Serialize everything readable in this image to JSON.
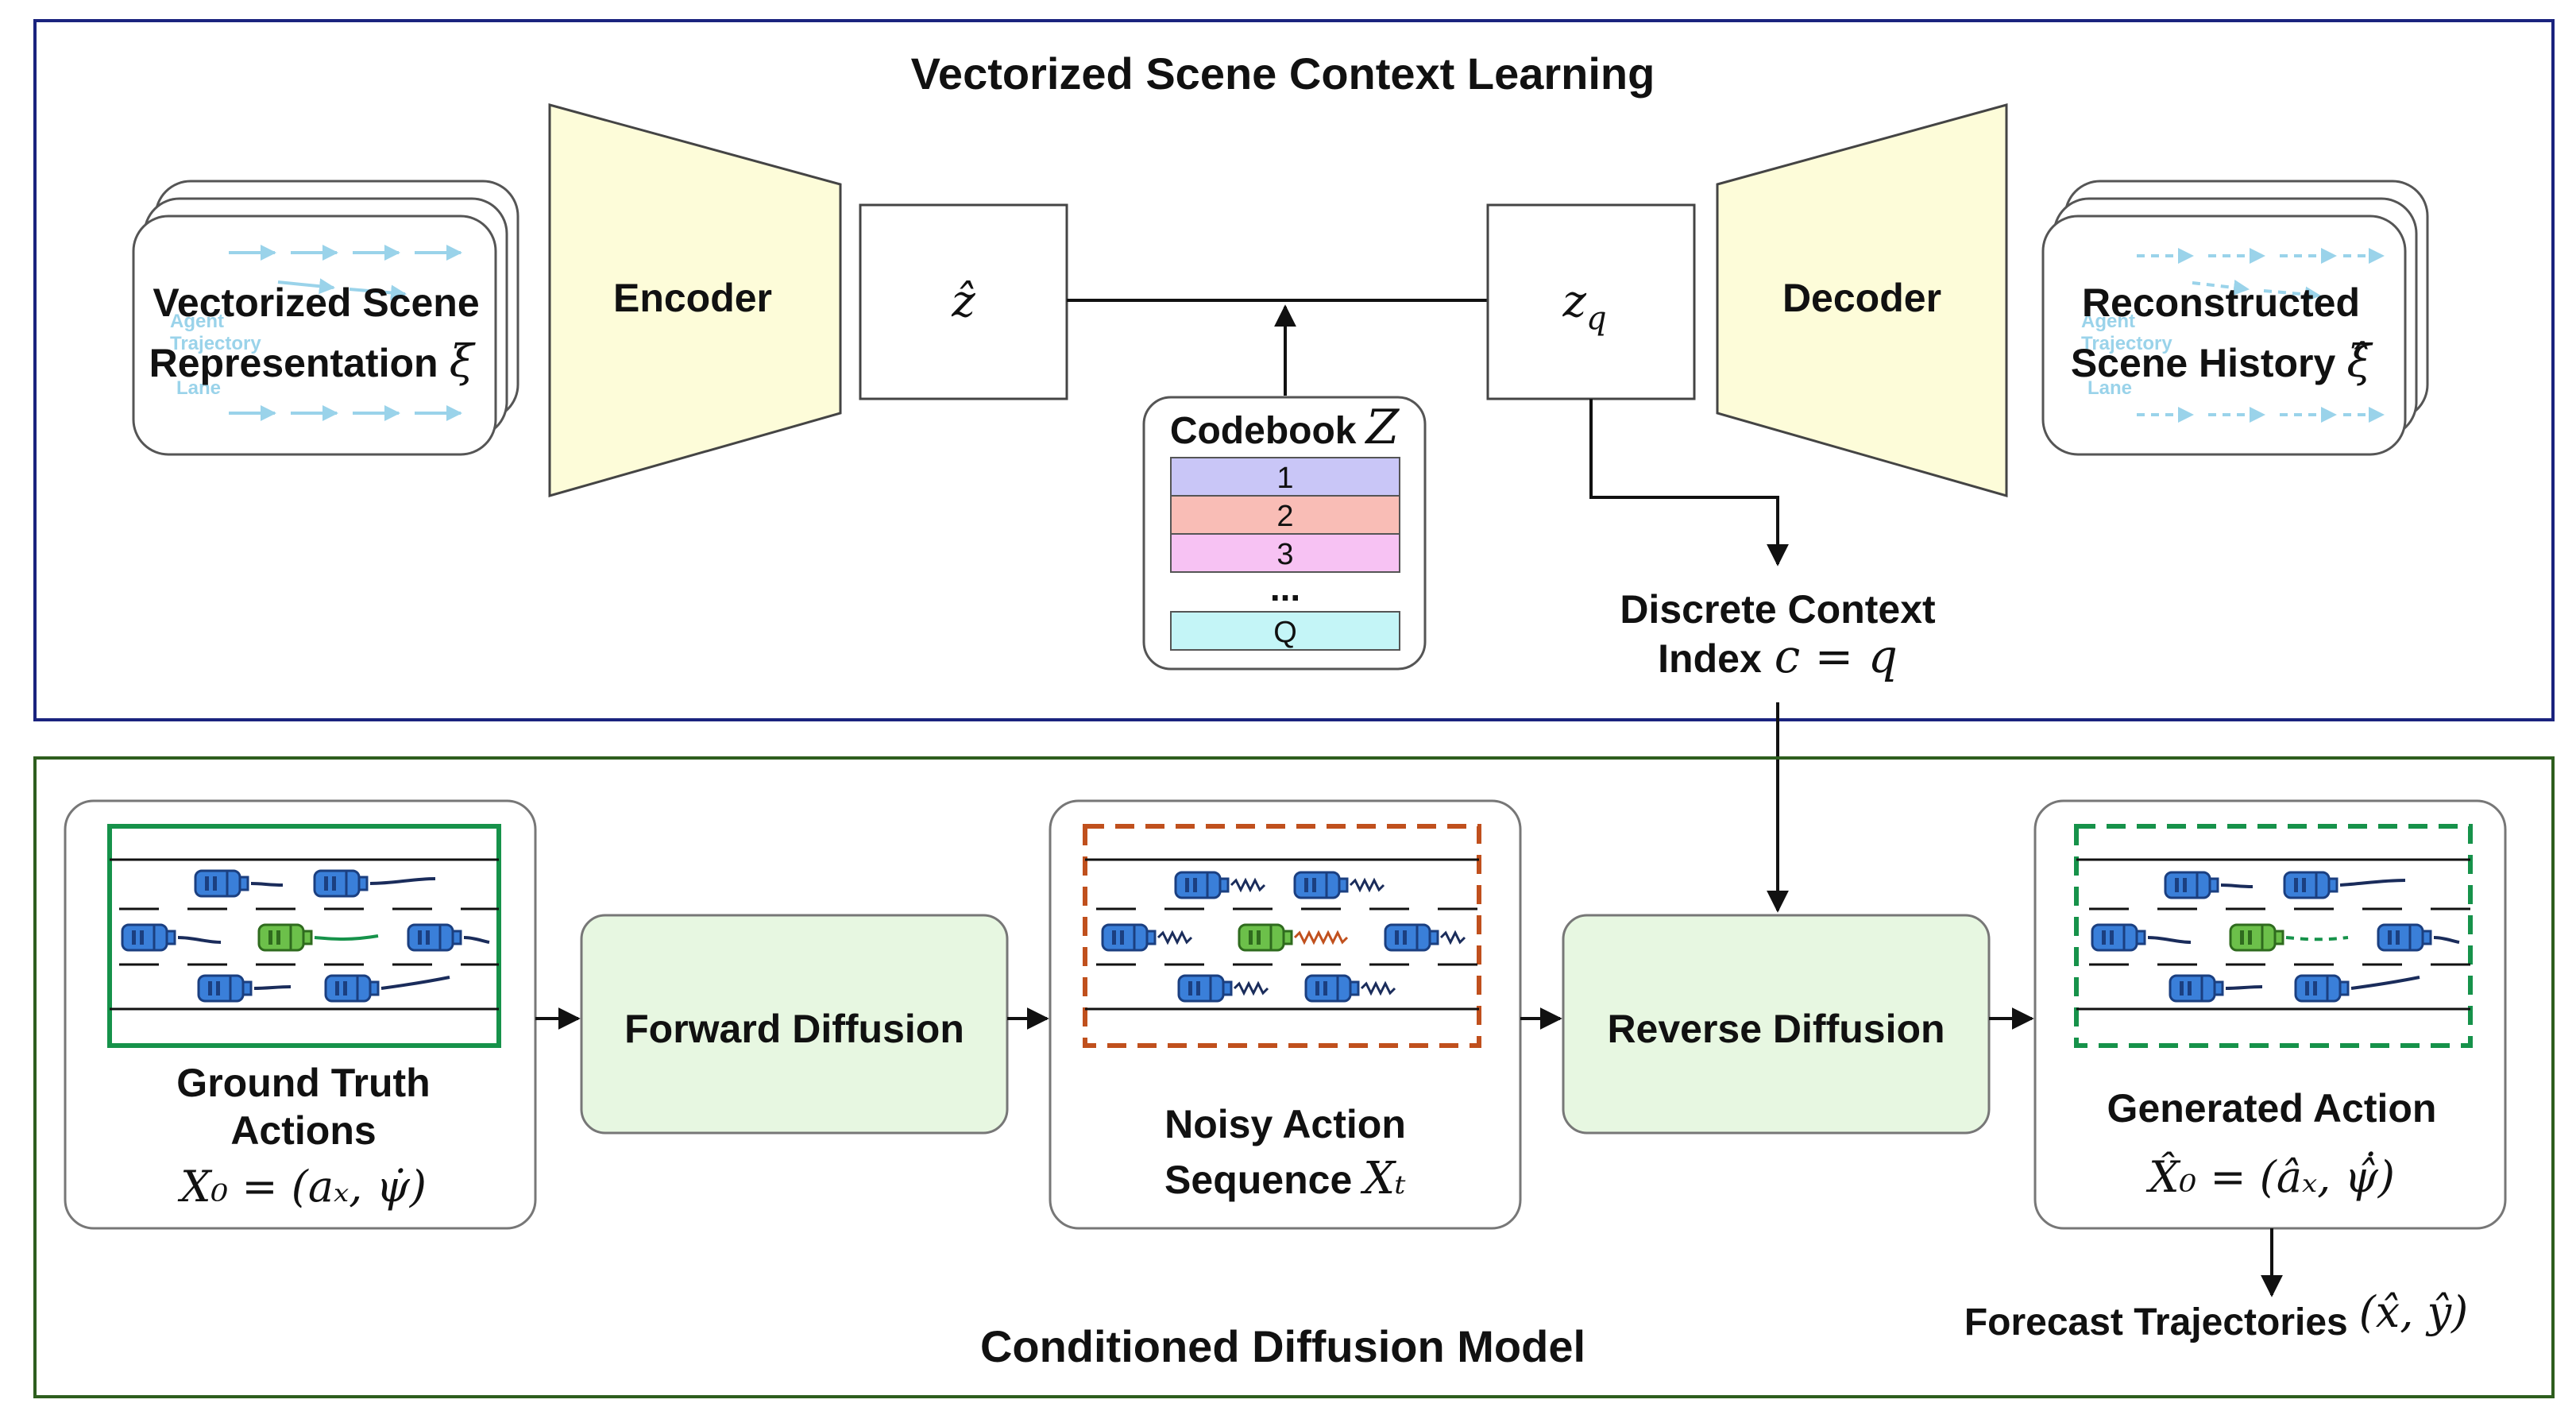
{
  "top_panel": {
    "title": "Vectorized Scene Context Learning",
    "input_card": {
      "line1": "Vectorized Scene",
      "line2": "Representation",
      "symbol": "ξ",
      "sub_labels": [
        "Agent",
        "Trajectory",
        "Lane"
      ]
    },
    "encoder_label": "Encoder",
    "z_hat_label": "ẑ",
    "z_q_label": "z",
    "z_q_subscript": "q",
    "decoder_label": "Decoder",
    "output_card": {
      "line1": "Reconstructed",
      "line2": "Scene History",
      "symbol": "ξ̂",
      "sub_labels": [
        "Agent",
        "Trajectory",
        "Lane"
      ]
    },
    "codebook": {
      "label": "Codebook",
      "symbol": "Z",
      "entries": [
        "1",
        "2",
        "3",
        "Q"
      ],
      "ellipsis": "..."
    },
    "context_index": {
      "line1": "Discrete Context",
      "line2_text": "Index",
      "line2_math": "c = q"
    }
  },
  "bottom_panel": {
    "title": "Conditioned Diffusion Model",
    "ground_truth": {
      "line1": "Ground Truth",
      "line2": "Actions",
      "formula": "X₀ = (aₓ, ψ̇)"
    },
    "forward_label": "Forward Diffusion",
    "noisy": {
      "line1": "Noisy Action",
      "line2_text": "Sequence",
      "line2_math": "Xₜ"
    },
    "reverse_label": "Reverse Diffusion",
    "generated": {
      "line1": "Generated Action",
      "formula": "X̂₀ = (âₓ, ψ̂̇)"
    },
    "forecast": {
      "text": "Forecast Trajectories",
      "math": "(x̂, ŷ)"
    }
  },
  "colors": {
    "top_border": "#1a237e",
    "bottom_border": "#2e5e1e",
    "trapezoid_fill": "#fdfcd9",
    "diffusion_fill": "#e7f7e1",
    "codebook_1": "#c9c6f7",
    "codebook_2": "#f9bdb6",
    "codebook_3": "#f7c2f3",
    "codebook_q": "#c4f5f7",
    "car_blue": "#3a7fd9",
    "car_green": "#6cc04a",
    "noise_orange": "#c0501d",
    "solid_green": "#16924a"
  }
}
